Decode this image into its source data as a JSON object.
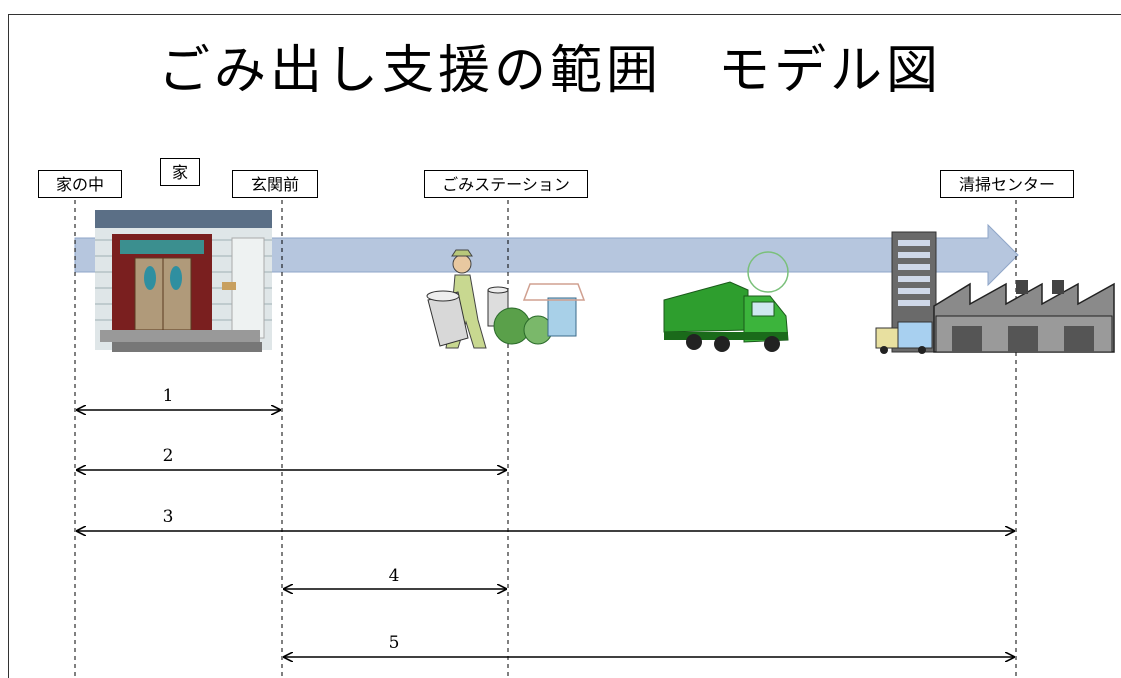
{
  "title": "ごみ出し支援の範囲　モデル図",
  "labels": {
    "house_inside": "家の中",
    "house": "家",
    "entrance": "玄関前",
    "station": "ごみステーション",
    "center": "清掃センター"
  },
  "ranges": [
    {
      "number": "1",
      "from": "家の中",
      "to": "玄関前"
    },
    {
      "number": "2",
      "from": "家の中",
      "to": "ごみステーション"
    },
    {
      "number": "3",
      "from": "家の中",
      "to": "清掃センター"
    },
    {
      "number": "4",
      "from": "玄関前",
      "to": "ごみステーション"
    },
    {
      "number": "5",
      "from": "玄関前",
      "to": "清掃センター"
    }
  ],
  "colors": {
    "flow_arrow": "#a9bcd8",
    "truck_green": "#2e9e2e",
    "bag_green": "#5aa04a"
  },
  "icons": [
    "house-entrance-icon",
    "garbage-collector-icon",
    "garbage-truck-icon",
    "factory-icon"
  ]
}
